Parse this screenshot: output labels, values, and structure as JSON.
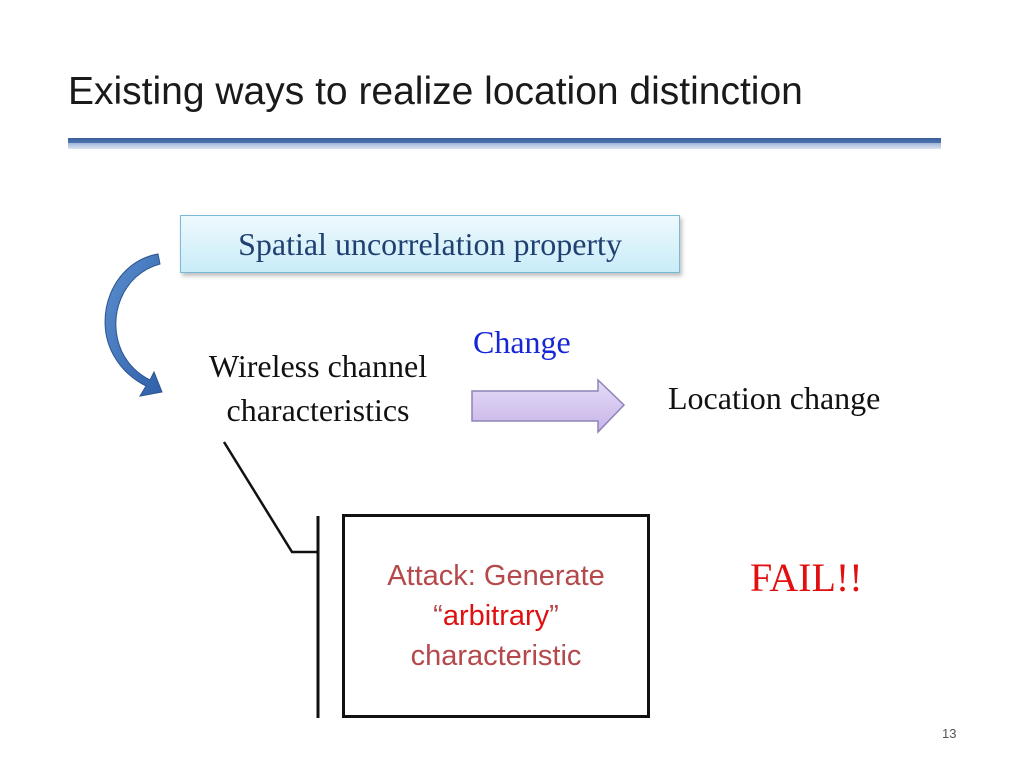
{
  "slide": {
    "title": "Existing ways to realize location distinction",
    "property_box": "Spatial uncorrelation property",
    "wireless": {
      "line1": "Wireless channel",
      "line2": "characteristics"
    },
    "change_label": "Change",
    "location_change": "Location change",
    "attack": {
      "line1": "Attack: Generate",
      "quote_open": "“",
      "highlight": "arbitrary",
      "quote_close": "”",
      "line3": "characteristic"
    },
    "fail_label": "FAIL!!",
    "page_number": "13"
  },
  "colors": {
    "accent_blue": "#1726d6",
    "fail_red": "#e01010",
    "attack_text": "#b5484a",
    "arrow_fill": "#d8c9f0",
    "curve_arrow": "#3f72b8"
  }
}
